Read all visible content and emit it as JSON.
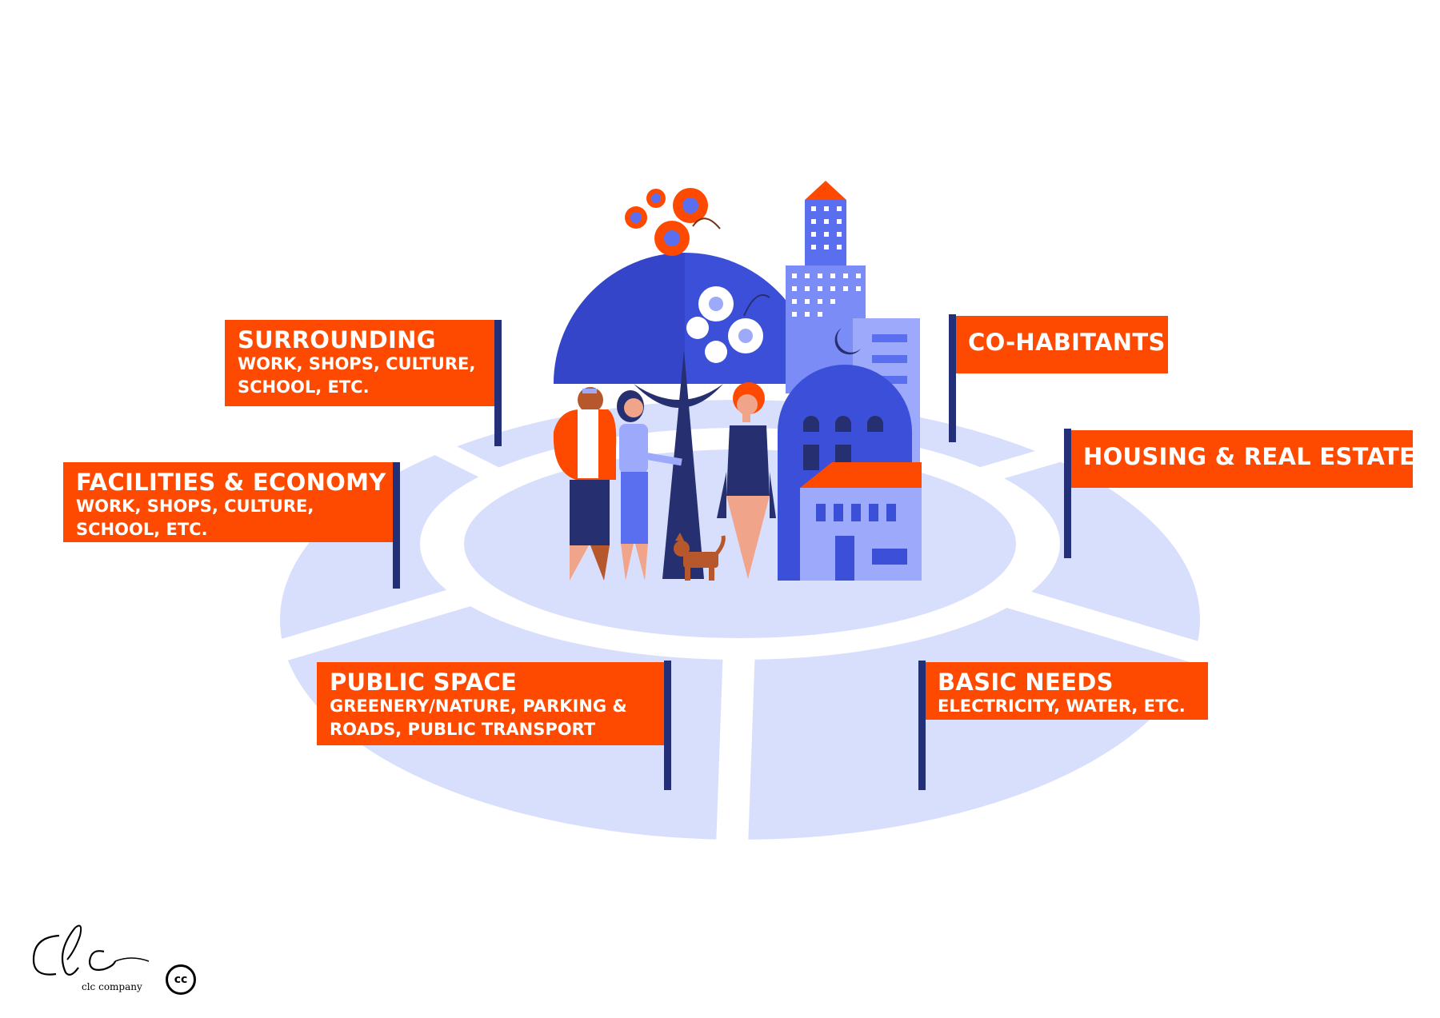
{
  "colors": {
    "flag_orange": "#fe4a00",
    "pole_navy": "#233077",
    "ground_light": "#d8dffd",
    "dome_blue": "#3c4fd8",
    "building_light": "#9daafc",
    "building_mid": "#5a6ff0",
    "navy": "#263070",
    "skin": "#f0a58a",
    "dog_brown": "#b6582b",
    "background": "#ffffff"
  },
  "labels": {
    "surrounding": {
      "title": "SURROUNDING",
      "line1": "WORK, SHOPS, CULTURE,",
      "line2": "SCHOOL, ETC."
    },
    "facilities": {
      "title": "FACILITIES & ECONOMY",
      "line1": "WORK, SHOPS, CULTURE,",
      "line2": "SCHOOL, ETC."
    },
    "public_space": {
      "title": "PUBLIC SPACE",
      "line1": "GREENERY/NATURE, PARKING &",
      "line2": "ROADS, PUBLIC TRANSPORT"
    },
    "cohabitants": {
      "title": "CO-HABITANTS"
    },
    "housing": {
      "title": "HOUSING & REAL ESTATE"
    },
    "basic_needs": {
      "title": "BASIC NEEDS",
      "line1": "ELECTRICITY, WATER, ETC."
    }
  },
  "branding": {
    "logo_mark": "clc",
    "logo_name": "clc company",
    "license_badge": "cc"
  },
  "icons": [
    "butterfly-icon",
    "tree-icon",
    "skyscraper-icon",
    "mosque-icon",
    "house-icon",
    "dog-icon",
    "person-icon"
  ]
}
